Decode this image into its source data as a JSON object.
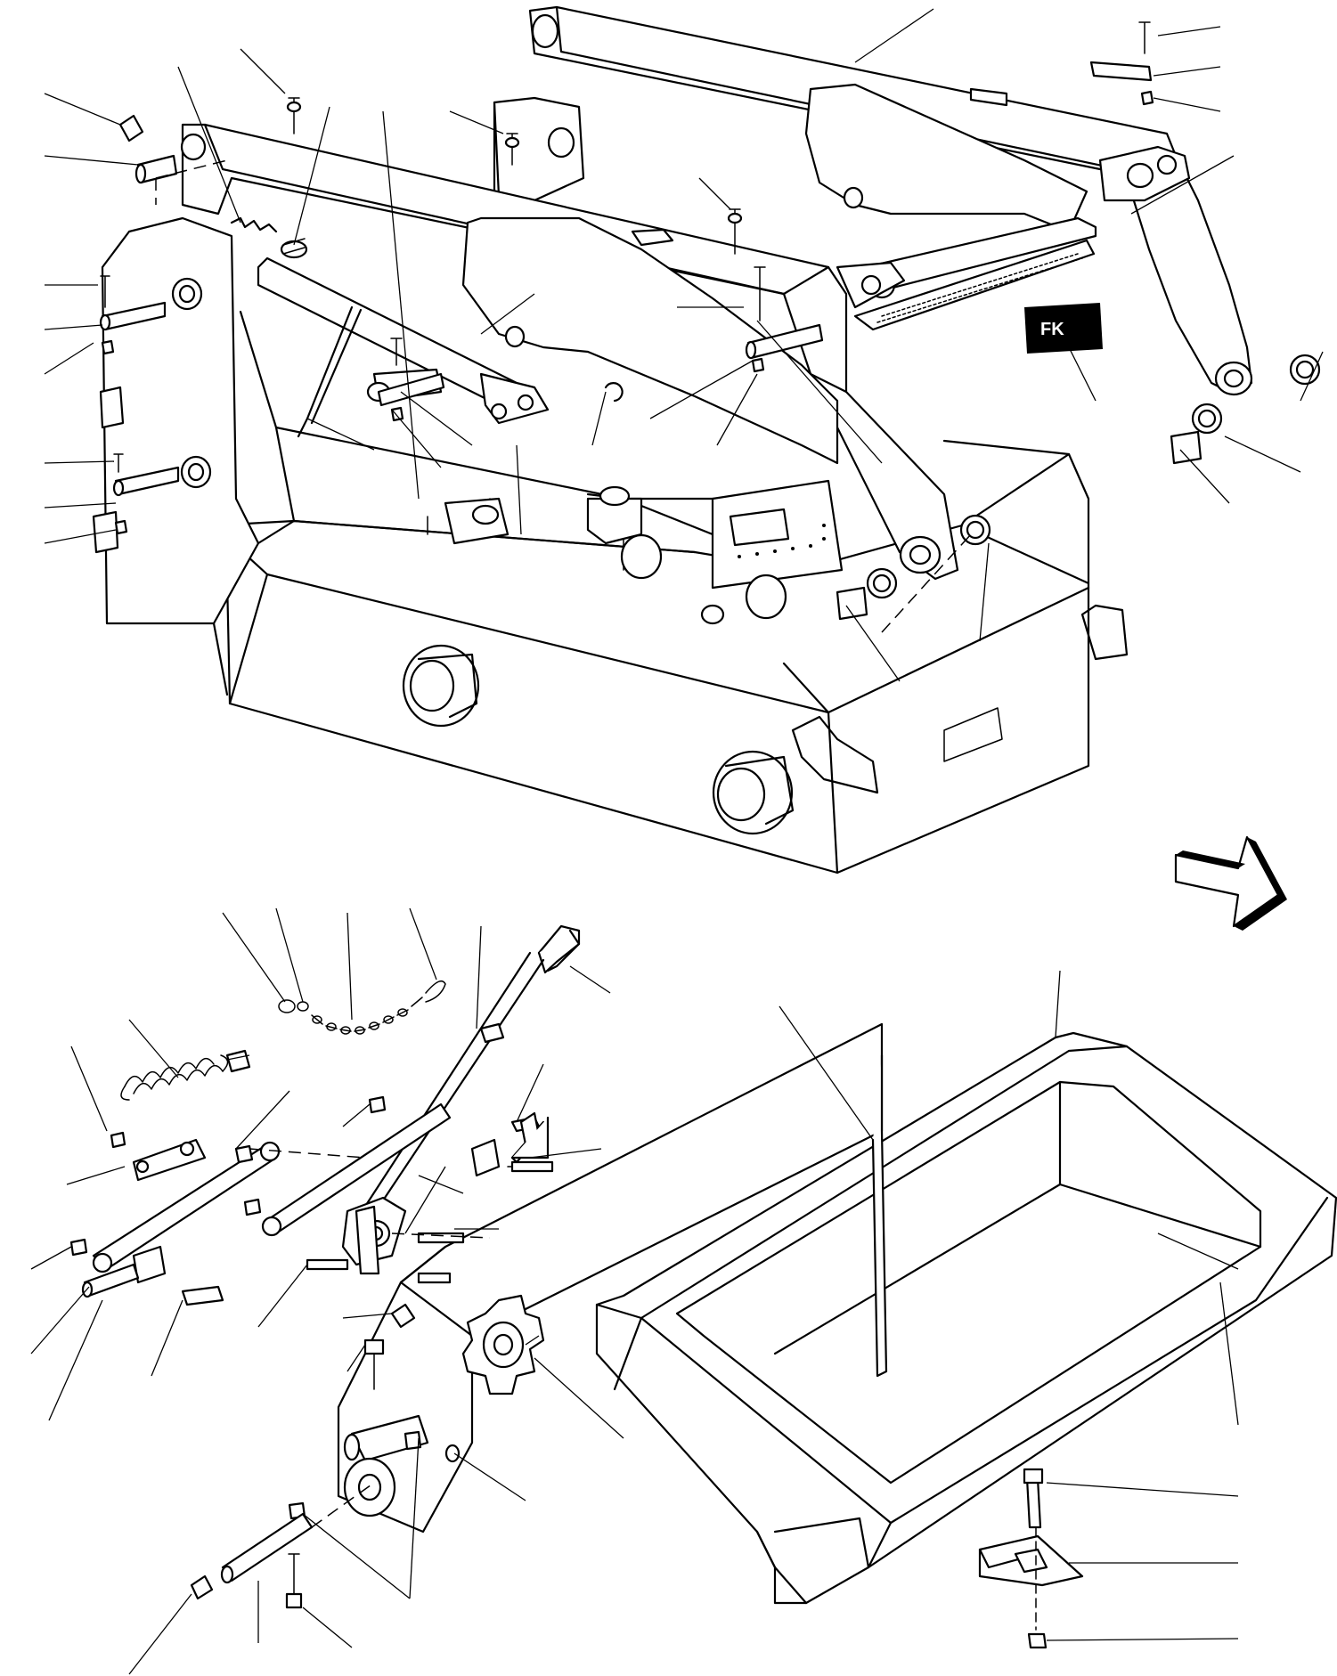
{
  "diagram": {
    "logo_text": "FK",
    "accent_color": "#000000",
    "background_color": "#ffffff",
    "views": [
      "loader-frame-assembly",
      "bucket-and-linkage-assembly"
    ],
    "direction_marker": "arrow-down-right"
  }
}
